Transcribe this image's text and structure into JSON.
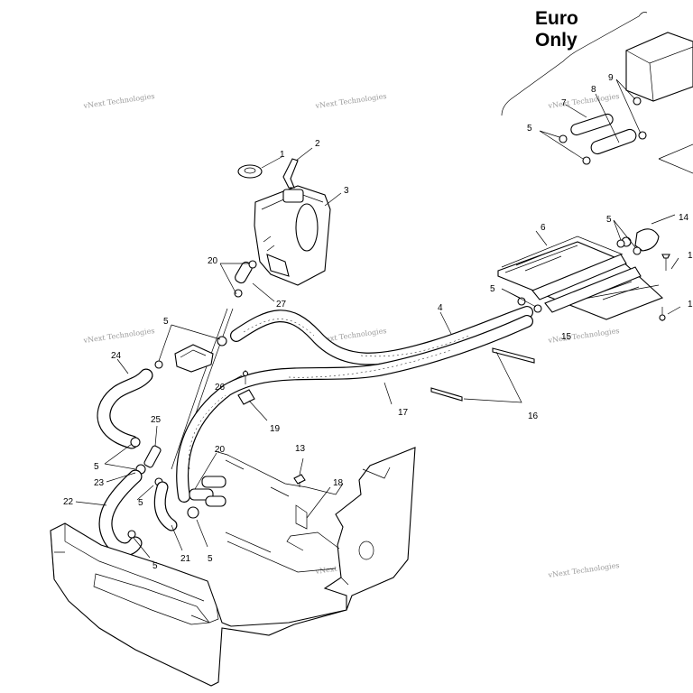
{
  "header": {
    "euro_line1": "Euro",
    "euro_line2": "Only"
  },
  "watermark": {
    "text": "vNext Technologies"
  },
  "callouts": [
    "1",
    "2",
    "3",
    "4",
    "5",
    "6",
    "7",
    "8",
    "9",
    "13",
    "14",
    "15",
    "16",
    "17",
    "18",
    "19",
    "20",
    "21",
    "22",
    "23",
    "24",
    "25",
    "26",
    "27"
  ],
  "colors": {
    "ink": "#000000",
    "paper": "#ffffff",
    "watermark": "#9a9a9a"
  }
}
